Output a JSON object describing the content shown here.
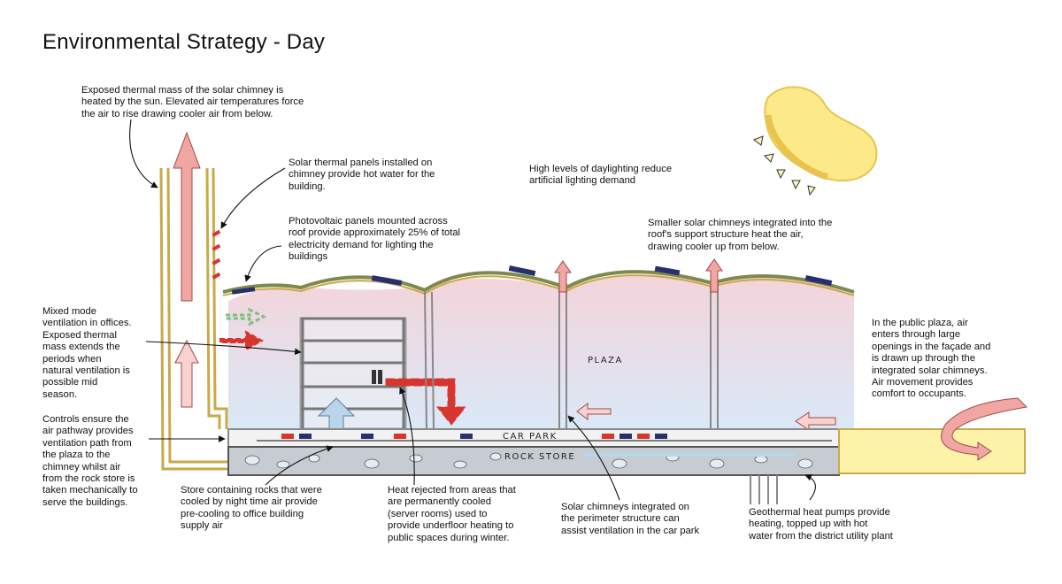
{
  "title": "Environmental Strategy - Day",
  "labels": {
    "plaza": "PLAZA",
    "car_park": "CAR PARK",
    "rock_store": "ROCK STORE"
  },
  "notes": {
    "chimney_mass": [
      "Exposed thermal mass of the solar chimney is",
      "heated by the sun. Elevated air temperatures force",
      "the air to rise drawing cooler air from below."
    ],
    "solar_thermal": [
      "Solar thermal panels installed on",
      "chimney provide hot water for the",
      "building."
    ],
    "daylighting": [
      "High levels of daylighting reduce",
      "artificial lighting demand"
    ],
    "photovoltaic": [
      "Photovoltaic panels mounted across",
      "roof provide approximately 25% of total",
      "electricity demand for lighting the",
      "buildings"
    ],
    "small_chimneys": [
      "Smaller solar chimneys integrated into the",
      "roof's support structure heat the air,",
      "drawing cooler up from below."
    ],
    "mixed_mode": [
      "Mixed mode",
      "ventilation in offices.",
      "Exposed thermal",
      "mass extends the",
      "periods when",
      "natural ventilation is",
      "possible mid",
      "season."
    ],
    "public_plaza": [
      "In the public plaza, air",
      "enters through large",
      "openings in the façade and",
      "is drawn up through the",
      "integrated solar chimneys.",
      "Air movement provides",
      "comfort to occupants."
    ],
    "controls": [
      "Controls ensure the",
      "air pathway provides",
      "ventilation path from",
      "the plaza to the",
      "chimney whilst air",
      "from the rock store is",
      "taken mechanically to",
      "serve the buildings."
    ],
    "rock_store": [
      "Store containing rocks that were",
      "cooled by night time air provide",
      "pre-cooling to office building",
      "supply air"
    ],
    "heat_rejected": [
      "Heat rejected from areas that",
      "are permanently cooled",
      "(server rooms) used to",
      "provide underfloor heating to",
      "public spaces during winter."
    ],
    "perimeter_chimneys": [
      "Solar chimneys integrated on",
      "the perimeter structure can",
      "assist ventilation in the car park"
    ],
    "geothermal": [
      "Geothermal heat pumps provide",
      "heating, topped up with hot",
      "water from the district utility plant"
    ]
  },
  "colors": {
    "structure": "#c9a94a",
    "sky_top": "#f3cfd6",
    "sky_bottom": "#d6e6f6",
    "warm_arrow": "#f0a7a4",
    "hot_arrow": "#d7362e",
    "cool_arrow": "#b9d5ea",
    "green_arrow": "#7fbf7f",
    "panel": "#27306e",
    "roof_green": "#8aa860",
    "sun": "#fbe98a",
    "sun_edge": "#e7c54c",
    "ground": "#fdf3a8",
    "rock_store": "#c6ccd2"
  }
}
